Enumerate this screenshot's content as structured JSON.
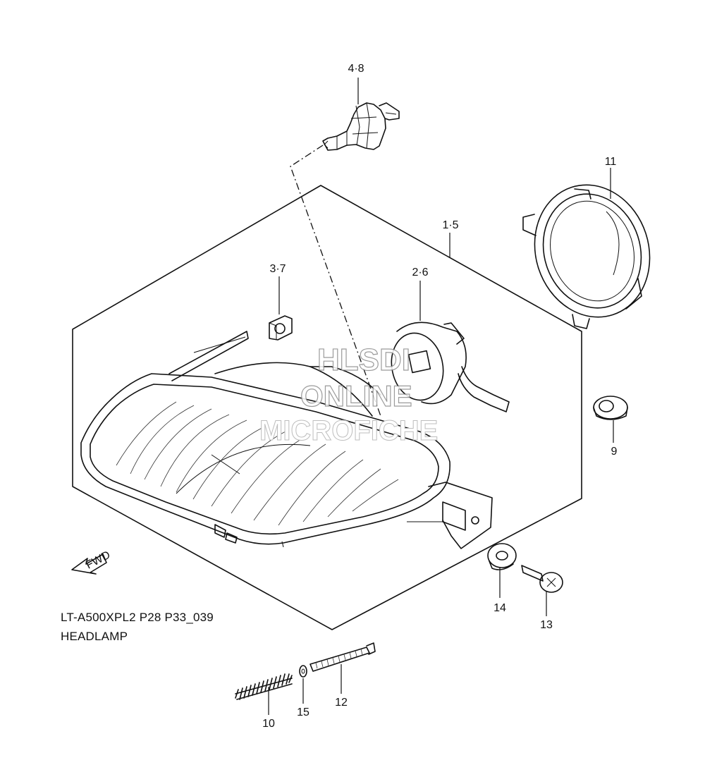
{
  "caption": {
    "model_code": "LT-A500XPL2 P28 P33_039",
    "title": "HEADLAMP"
  },
  "callouts": {
    "c4_8": "4·8",
    "c1_5": "1·5",
    "c3_7": "3·7",
    "c2_6": "2·6",
    "c11": "11",
    "c9": "9",
    "c14": "14",
    "c13": "13",
    "c10": "10",
    "c15": "15",
    "c12": "12"
  },
  "fwd_arrow": {
    "label": "FWD"
  },
  "watermark": {
    "line1": "HLSDI",
    "line2": "ONLINE",
    "line3": "MICROFICHE"
  }
}
